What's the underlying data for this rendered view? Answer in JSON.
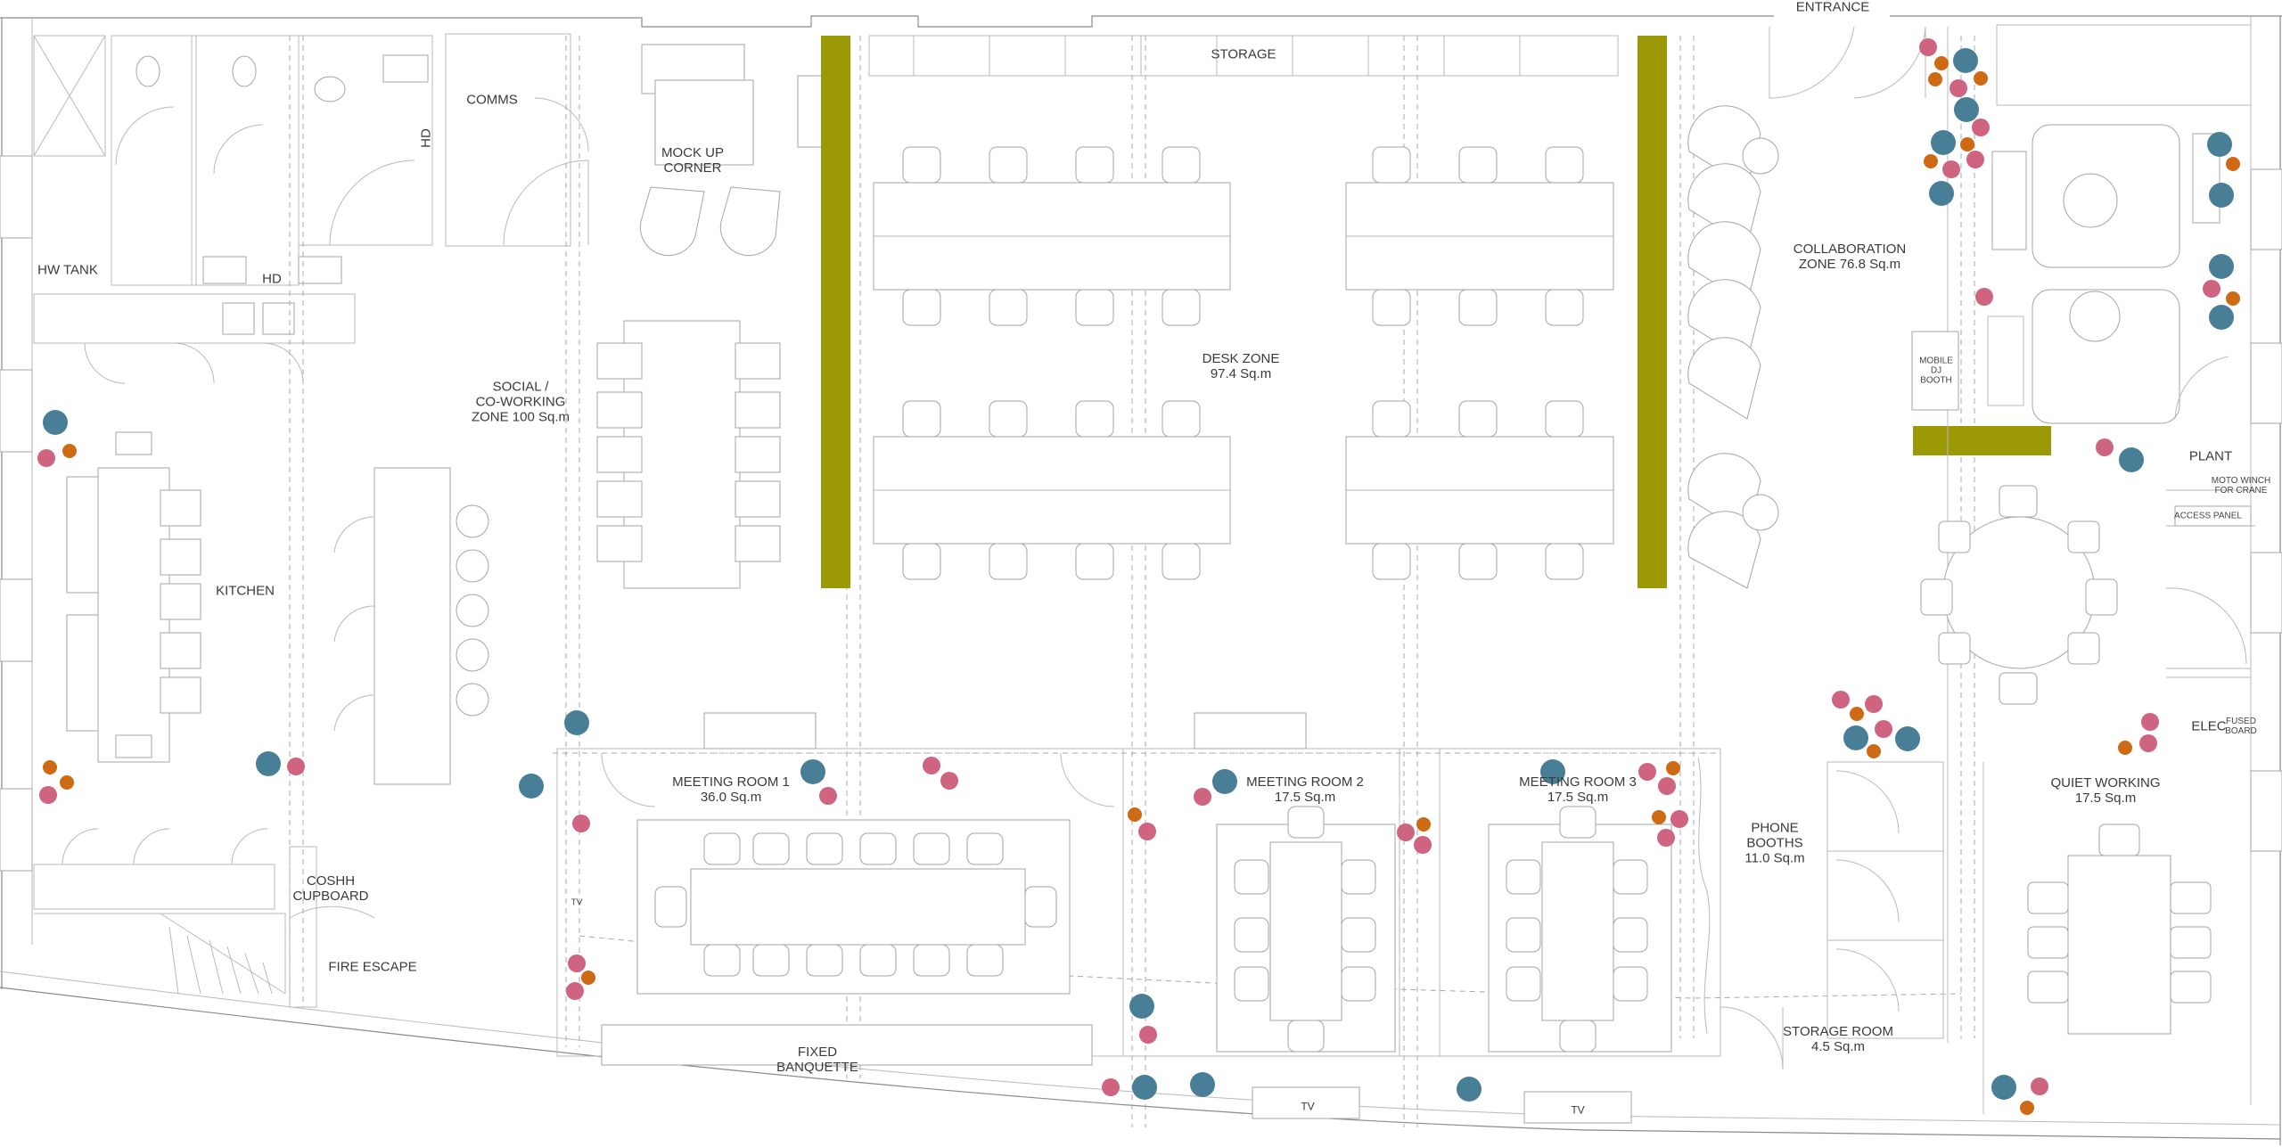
{
  "colors": {
    "partition": "#9b9a06",
    "plant_teal": "#487f96",
    "plant_pink": "#cf6481",
    "plant_orange": "#cf6a14",
    "wall": "#8a8a8a",
    "furniture": "#b0b0b0"
  },
  "labels": {
    "entrance": "ENTRANCE",
    "storage": "STORAGE",
    "comms": "COMMS",
    "hd_rotated": "HD",
    "hd": "HD",
    "hw_tank": "HW TANK",
    "mockup": [
      "MOCK UP",
      "CORNER"
    ],
    "social": [
      "SOCIAL /",
      "CO-WORKING",
      "ZONE 100 Sq.m"
    ],
    "desk_zone": [
      "DESK ZONE",
      "97.4 Sq.m"
    ],
    "collaboration": [
      "COLLABORATION",
      "ZONE 76.8 Sq.m"
    ],
    "mobile_dj": [
      "MOBILE",
      "DJ",
      "BOOTH"
    ],
    "plant": "PLANT",
    "moto_winch": [
      "MOTO WINCH",
      "FOR CRANE"
    ],
    "access_panel": "ACCESS PANEL",
    "kitchen": "KITCHEN",
    "elec": "ELEC",
    "fused_board": [
      "FUSED",
      "BOARD"
    ],
    "meeting_room_1": [
      "MEETING ROOM 1",
      "36.0 Sq.m"
    ],
    "meeting_room_2": [
      "MEETING ROOM 2",
      "17.5 Sq.m"
    ],
    "meeting_room_3": [
      "MEETING ROOM 3",
      "17.5 Sq.m"
    ],
    "quiet_working": [
      "QUIET WORKING",
      "17.5 Sq.m"
    ],
    "phone_booths": [
      "PHONE",
      "BOOTHS",
      "11.0 Sq.m"
    ],
    "coshh": [
      "COSHH",
      "CUPBOARD"
    ],
    "fire_escape": "FIRE ESCAPE",
    "tv": "TV",
    "fixed_banquette": [
      "FIXED",
      "BANQUETTE"
    ],
    "storage_room": [
      "STORAGE ROOM",
      "4.5 Sq.m"
    ]
  }
}
